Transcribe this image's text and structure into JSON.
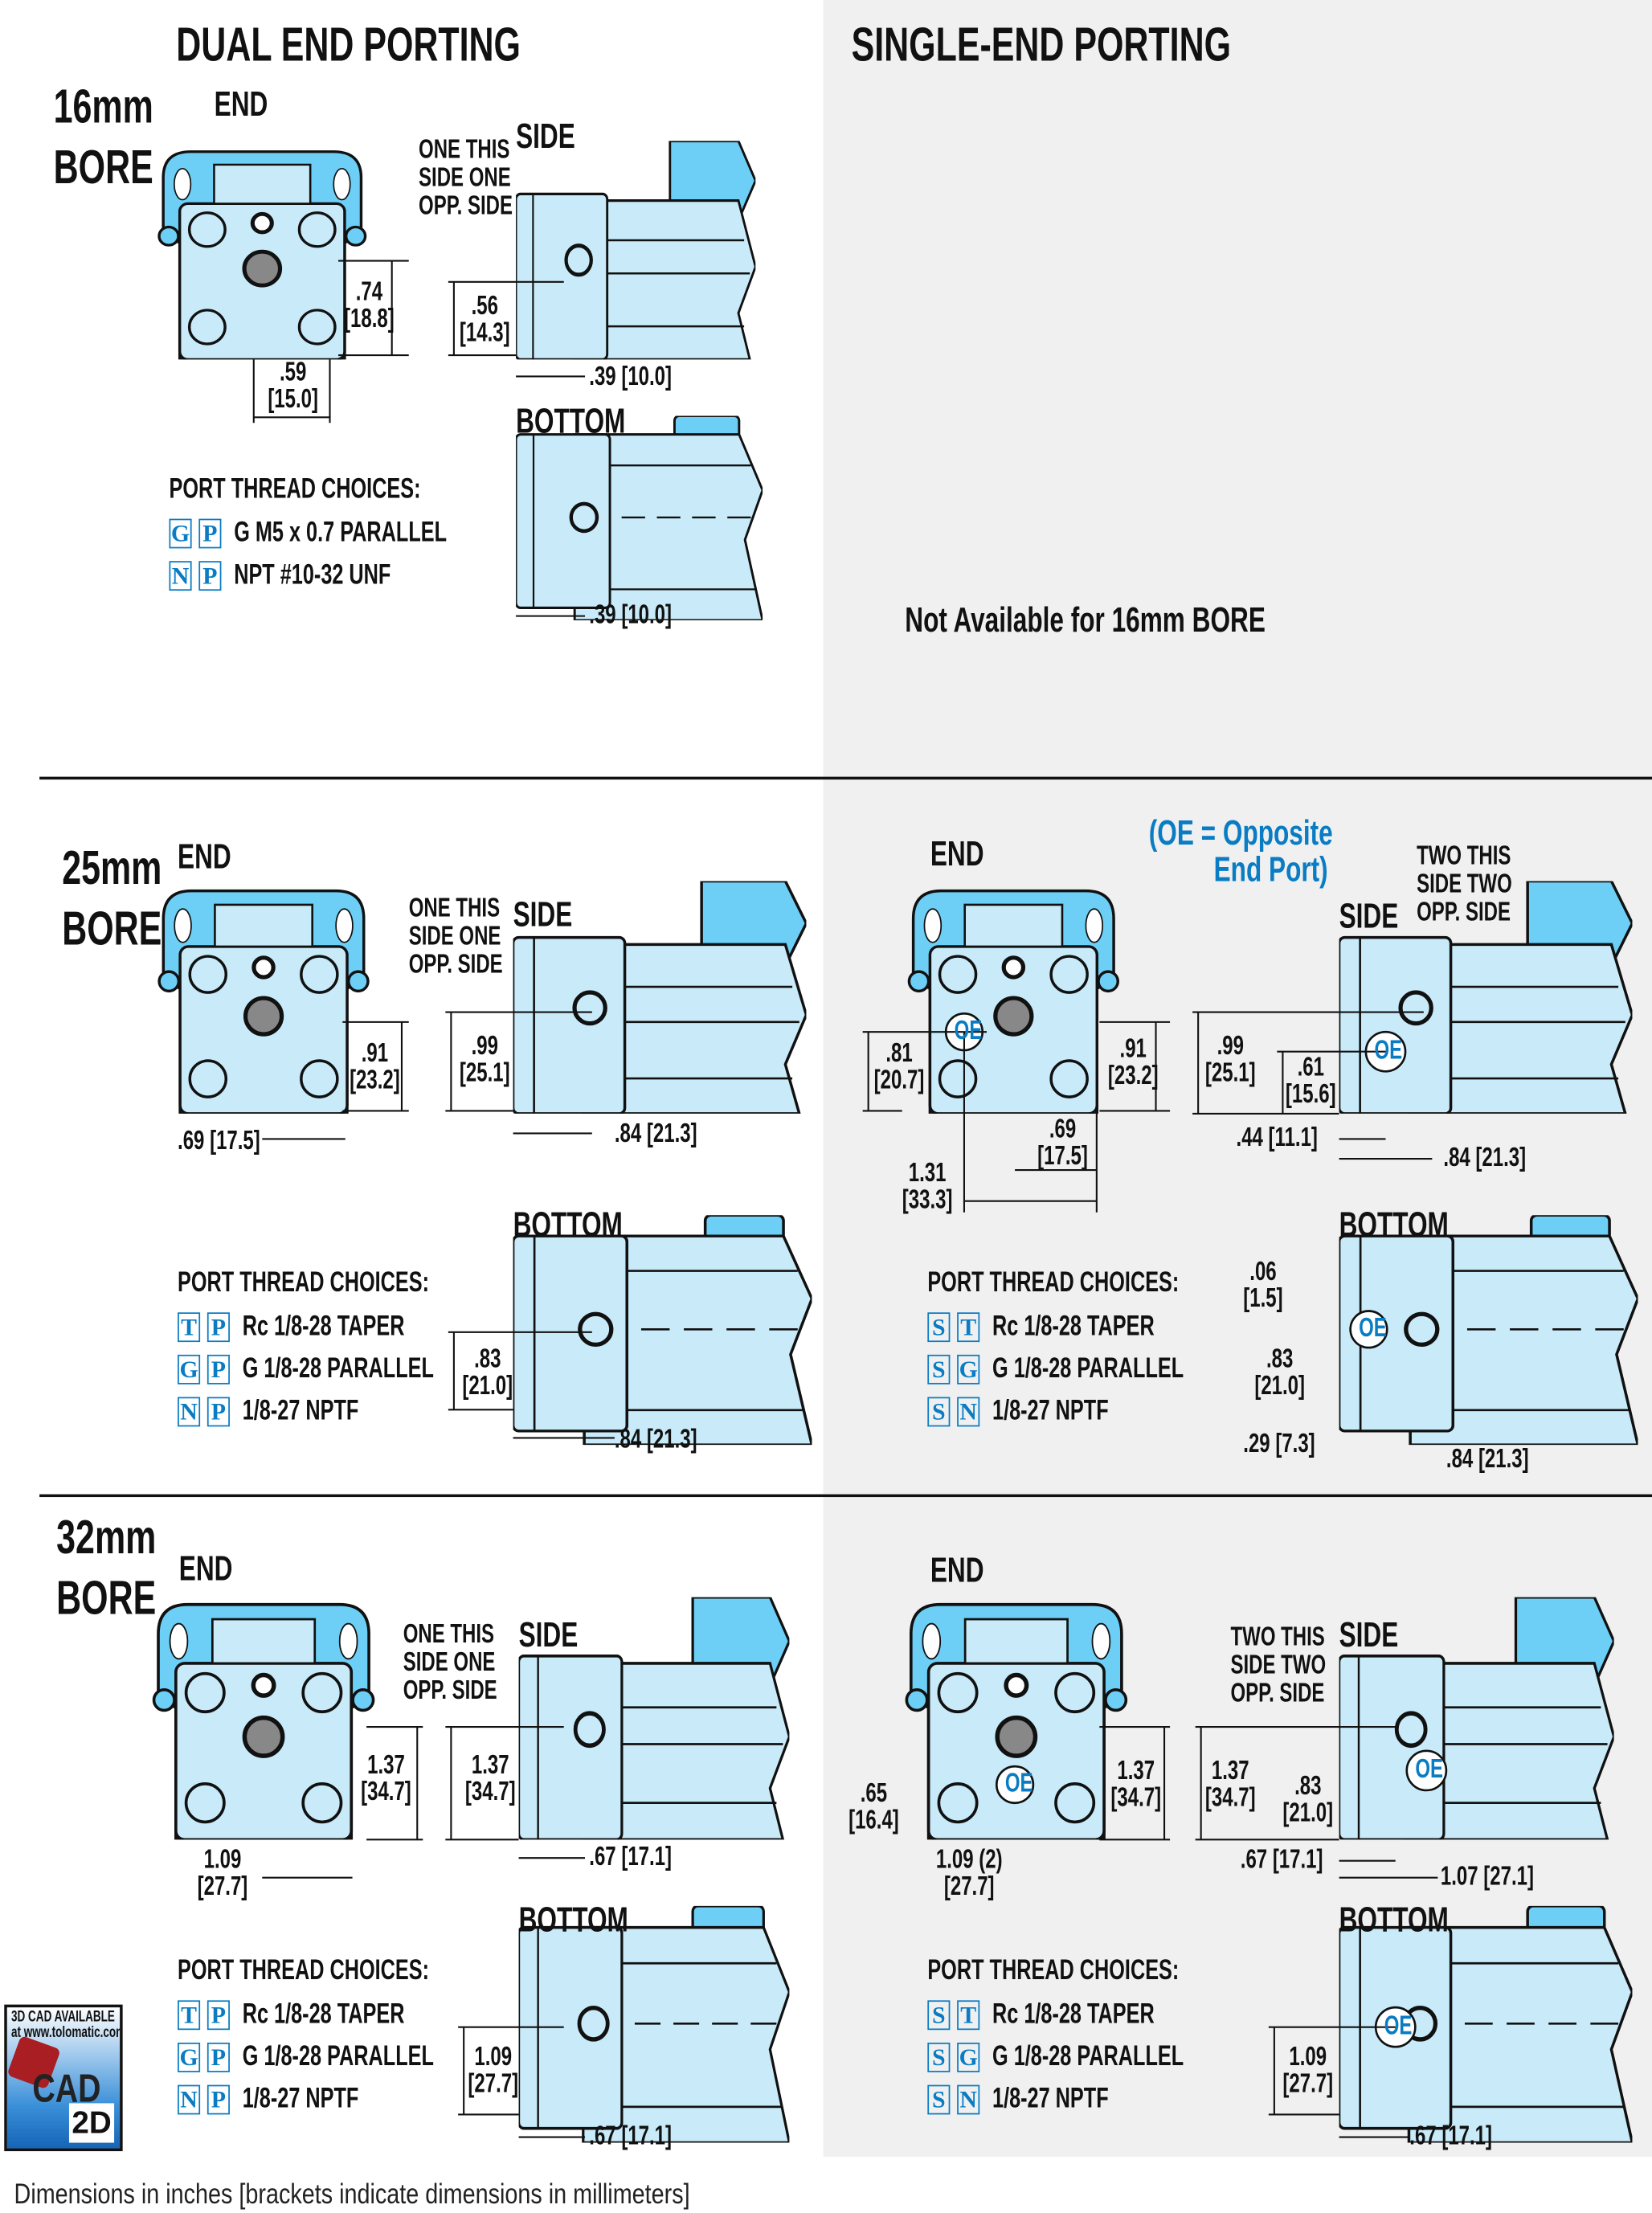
{
  "headers": {
    "dual": "DUAL END PORTING",
    "single": "SINGLE-END PORTING"
  },
  "common": {
    "end": "END",
    "side": "SIDE",
    "bottom": "BOTTOM",
    "port_thread_choices": "PORT THREAD CHOICES:",
    "oe": "OE"
  },
  "callouts": {
    "one_this_side": [
      "ONE THIS",
      "SIDE ONE",
      "OPP. SIDE"
    ],
    "two_this_side": [
      "TWO THIS",
      "SIDE TWO",
      "OPP. SIDE"
    ],
    "oe_note": [
      "(OE = Opposite",
      "End Port)"
    ]
  },
  "bore16": {
    "size": "16mm",
    "bore": "BORE",
    "dims": {
      "end_h": [
        ".74",
        "[18.8]"
      ],
      "side_h": [
        ".56",
        "[14.3]"
      ],
      "end_w": [
        ".59",
        "[15.0]"
      ],
      "side_w": ".39 [10.0]",
      "bottom_w": ".39 [10.0]"
    },
    "threads": [
      {
        "codes": [
          "G",
          "P"
        ],
        "label": "G M5 x 0.7 PARALLEL"
      },
      {
        "codes": [
          "N",
          "P"
        ],
        "label": "NPT #10-32 UNF"
      }
    ],
    "single_note": "Not Available for 16mm BORE"
  },
  "bore25": {
    "size": "25mm",
    "bore": "BORE",
    "dual_dims": {
      "end_h": [
        ".91",
        "[23.2]"
      ],
      "side_h": [
        ".99",
        "[25.1]"
      ],
      "end_w": ".69 [17.5]",
      "side_w": ".84 [21.3]",
      "bottom_h": [
        ".83",
        "[21.0]"
      ],
      "bottom_w": ".84 [21.3]"
    },
    "dual_threads": [
      {
        "codes": [
          "T",
          "P"
        ],
        "label": "Rc 1/8-28 TAPER"
      },
      {
        "codes": [
          "G",
          "P"
        ],
        "label": "G 1/8-28 PARALLEL"
      },
      {
        "codes": [
          "N",
          "P"
        ],
        "label": "1/8-27 NPTF"
      }
    ],
    "single_dims": {
      "end_oe_h": [
        ".81",
        "[20.7]"
      ],
      "end_h": [
        ".91",
        "[23.2]"
      ],
      "end_w": [
        ".69",
        "[17.5]"
      ],
      "end_w2": [
        "1.31",
        "[33.3]"
      ],
      "side_h": [
        ".99",
        "[25.1]"
      ],
      "side_oe_h": [
        ".61",
        "[15.6]"
      ],
      "side_oe_w": ".44 [11.1]",
      "side_w": ".84 [21.3]",
      "bottom_off": [
        ".06",
        "[1.5]"
      ],
      "bottom_h": [
        ".83",
        "[21.0]"
      ],
      "bottom_oe_w": ".29 [7.3]",
      "bottom_w": ".84 [21.3]"
    },
    "single_threads": [
      {
        "codes": [
          "S",
          "T"
        ],
        "label": "Rc 1/8-28 TAPER"
      },
      {
        "codes": [
          "S",
          "G"
        ],
        "label": "G 1/8-28 PARALLEL"
      },
      {
        "codes": [
          "S",
          "N"
        ],
        "label": "1/8-27 NPTF"
      }
    ]
  },
  "bore32": {
    "size": "32mm",
    "bore": "BORE",
    "dual_dims": {
      "end_h": [
        "1.37",
        "[34.7]"
      ],
      "side_h": [
        "1.37",
        "[34.7]"
      ],
      "end_w": [
        "1.09",
        "[27.7]"
      ],
      "side_w": ".67 [17.1]",
      "bottom_h": [
        "1.09",
        "[27.7]"
      ],
      "bottom_w": ".67 [17.1]"
    },
    "dual_threads": [
      {
        "codes": [
          "T",
          "P"
        ],
        "label": "Rc 1/8-28 TAPER"
      },
      {
        "codes": [
          "G",
          "P"
        ],
        "label": "G 1/8-28 PARALLEL"
      },
      {
        "codes": [
          "N",
          "P"
        ],
        "label": "1/8-27 NPTF"
      }
    ],
    "single_dims": {
      "end_oe_h": [
        ".65",
        "[16.4]"
      ],
      "end_h": [
        "1.37",
        "[34.7]"
      ],
      "end_w": [
        "1.09 (2)",
        "[27.7]"
      ],
      "side_h": [
        "1.37",
        "[34.7]"
      ],
      "side_oe_h": [
        ".83",
        "[21.0]"
      ],
      "side_oe_w": ".67 [17.1]",
      "side_w": "1.07 [27.1]",
      "bottom_h": [
        "1.09",
        "[27.7]"
      ],
      "bottom_w": ".67 [17.1]"
    },
    "single_threads": [
      {
        "codes": [
          "S",
          "T"
        ],
        "label": "Rc 1/8-28 TAPER"
      },
      {
        "codes": [
          "S",
          "G"
        ],
        "label": "G 1/8-28 PARALLEL"
      },
      {
        "codes": [
          "S",
          "N"
        ],
        "label": "1/8-27 NPTF"
      }
    ]
  },
  "cad_badge": {
    "line1": "3D CAD AVAILABLE",
    "line2": "at www.tolomatic.com",
    "cad": "CAD",
    "two_d": "2D"
  },
  "footer": "Dimensions in inches [brackets indicate dimensions in millimeters]",
  "colors": {
    "cap_blue": "#6dcff6",
    "body_blue": "#c8eaf9",
    "accent": "#0a7cc4",
    "single_bg": "#f0f0f0"
  }
}
